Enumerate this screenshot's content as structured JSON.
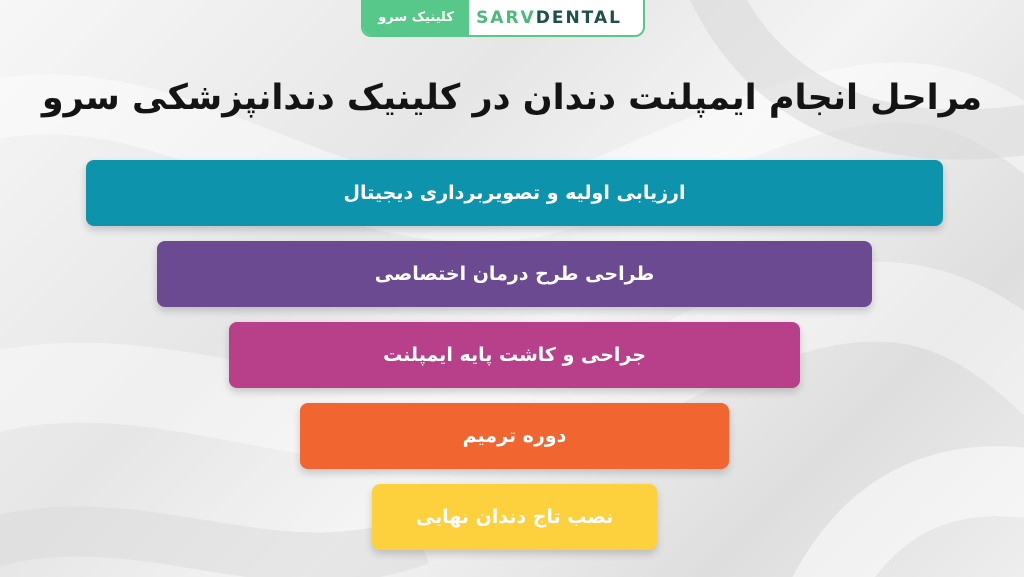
{
  "logo": {
    "brand_prefix": "SARV",
    "brand_suffix": "DENTAL",
    "persian_name": "کلینیک سرو"
  },
  "title": "مراحل انجام ایمپلنت دندان در کلینیک دندانپزشکی سرو",
  "steps": [
    {
      "label": "ارزیابی اولیه و تصویربرداری دیجیتال",
      "color": "#0e93ad"
    },
    {
      "label": "طراحی طرح درمان اختصاصی",
      "color": "#6b4a91"
    },
    {
      "label": "جراحی و کاشت پایه ایمپلنت",
      "color": "#b8408a"
    },
    {
      "label": "دوره ترمیم",
      "color": "#f06530"
    },
    {
      "label": "نصب تاج دندان نهایی",
      "color": "#fdd03e"
    }
  ]
}
